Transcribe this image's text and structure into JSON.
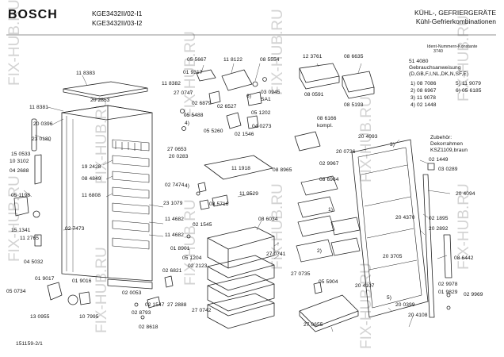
{
  "header": {
    "brand": "BOSCH",
    "model_1": "KGE3432II/02-I1",
    "model_2": "KGE3432II/03-I2",
    "title_1": "KÜHL-, GEFRIERGERÄTE",
    "title_2": "Kühl-Gefrierkombinationen"
  },
  "info": {
    "ident_label": "Ident-Nummern-Konstante",
    "ident_value": "3740",
    "manual_number": "51 4080",
    "manual_label": "Gebrauchsanweisung",
    "manual_langs": "(D,GB,F,I,NL,DK,N,SF,E)",
    "manual_items": [
      "1) 08 7086",
      "5) 11 9079",
      "2) 08 6967",
      "6) 05 6185",
      "3) 11 9078",
      "4) 02 1448"
    ],
    "accessory_label": "Zubehör:",
    "accessory_name": "Dekorrahmen",
    "accessory_model": "KSZ1109,braun"
  },
  "parts": {
    "p01": "11 8383",
    "p02": "05 5667",
    "p03": "11 8122",
    "p04": "08 5554",
    "p05": "12 3761",
    "p06": "08 6635",
    "p07": "01 9317",
    "p08": "11 8382",
    "p09": "27 0747",
    "p10": "02 6879",
    "p11": "6)",
    "p12": "03 0945",
    "p13": "SA1",
    "p14": "08 0591",
    "p15": "08 5193",
    "p16": "11 8381",
    "p17": "20 2853",
    "p18": "02 6527",
    "p19": "05 5488",
    "p20": "05 1202",
    "p21": "20 0396",
    "p22": "4)",
    "p23": "04 0273",
    "p24": "05 5260",
    "p25": "02 1546",
    "p26": "08 6166",
    "p27": "kompl.",
    "p28": "23 0180",
    "p29": "27 0653",
    "p30": "20 4093",
    "p31": "20 0736",
    "p32": "3)",
    "p33": "20 0283",
    "p34": "15 0533",
    "p35": "19 2428",
    "p36": "10 3102",
    "p37": "04 2688",
    "p38": "08 8965",
    "p39": "02 9967",
    "p40": "02 1449",
    "p41": "03 0289",
    "p42": "11 1918",
    "p43": "08 4849",
    "p44": "05 1198",
    "p45": "02 7474",
    "p46": "4)",
    "p47": "08 6964",
    "p48": "11 6808",
    "p49": "11 9529",
    "p50": "08 5716",
    "p51": "20 4094",
    "p52": "1)",
    "p53": "20 4370",
    "p54": "23 1079",
    "p55": "02 7473",
    "p56": "11 4682",
    "p57": "02 1545",
    "p58": "08 6034",
    "p59": "02 1895",
    "p60": "15 1341",
    "p61": "11 2765",
    "p62": "11 4682",
    "p63": "20 2892",
    "p64": "04 5032",
    "p65": "01 8901",
    "p66": "27 0741",
    "p67": "2)",
    "p68": "20 3705",
    "p69": "08 6442",
    "p70": "05 1204",
    "p71": "02 2123",
    "p72": "01 9017",
    "p73": "01 9016",
    "p74": "02 6821",
    "p75": "27 0735",
    "p76": "05 0734",
    "p77": "02 0053",
    "p78": "02 1547",
    "p79": "05 5904",
    "p80": "20 4107",
    "p81": "5)",
    "p82": "02 9978",
    "p83": "01 9829",
    "p84": "02 9969",
    "p85": "13 0955",
    "p86": "10 7995",
    "p87": "02 8793",
    "p88": "27 2888",
    "p89": "27 0742",
    "p90": "20 0399",
    "p91": "20 4108",
    "p92": "27 0655",
    "p93": "02 8618",
    "p94": "151159-2/1"
  },
  "watermark": "FIX-HUB.RU"
}
